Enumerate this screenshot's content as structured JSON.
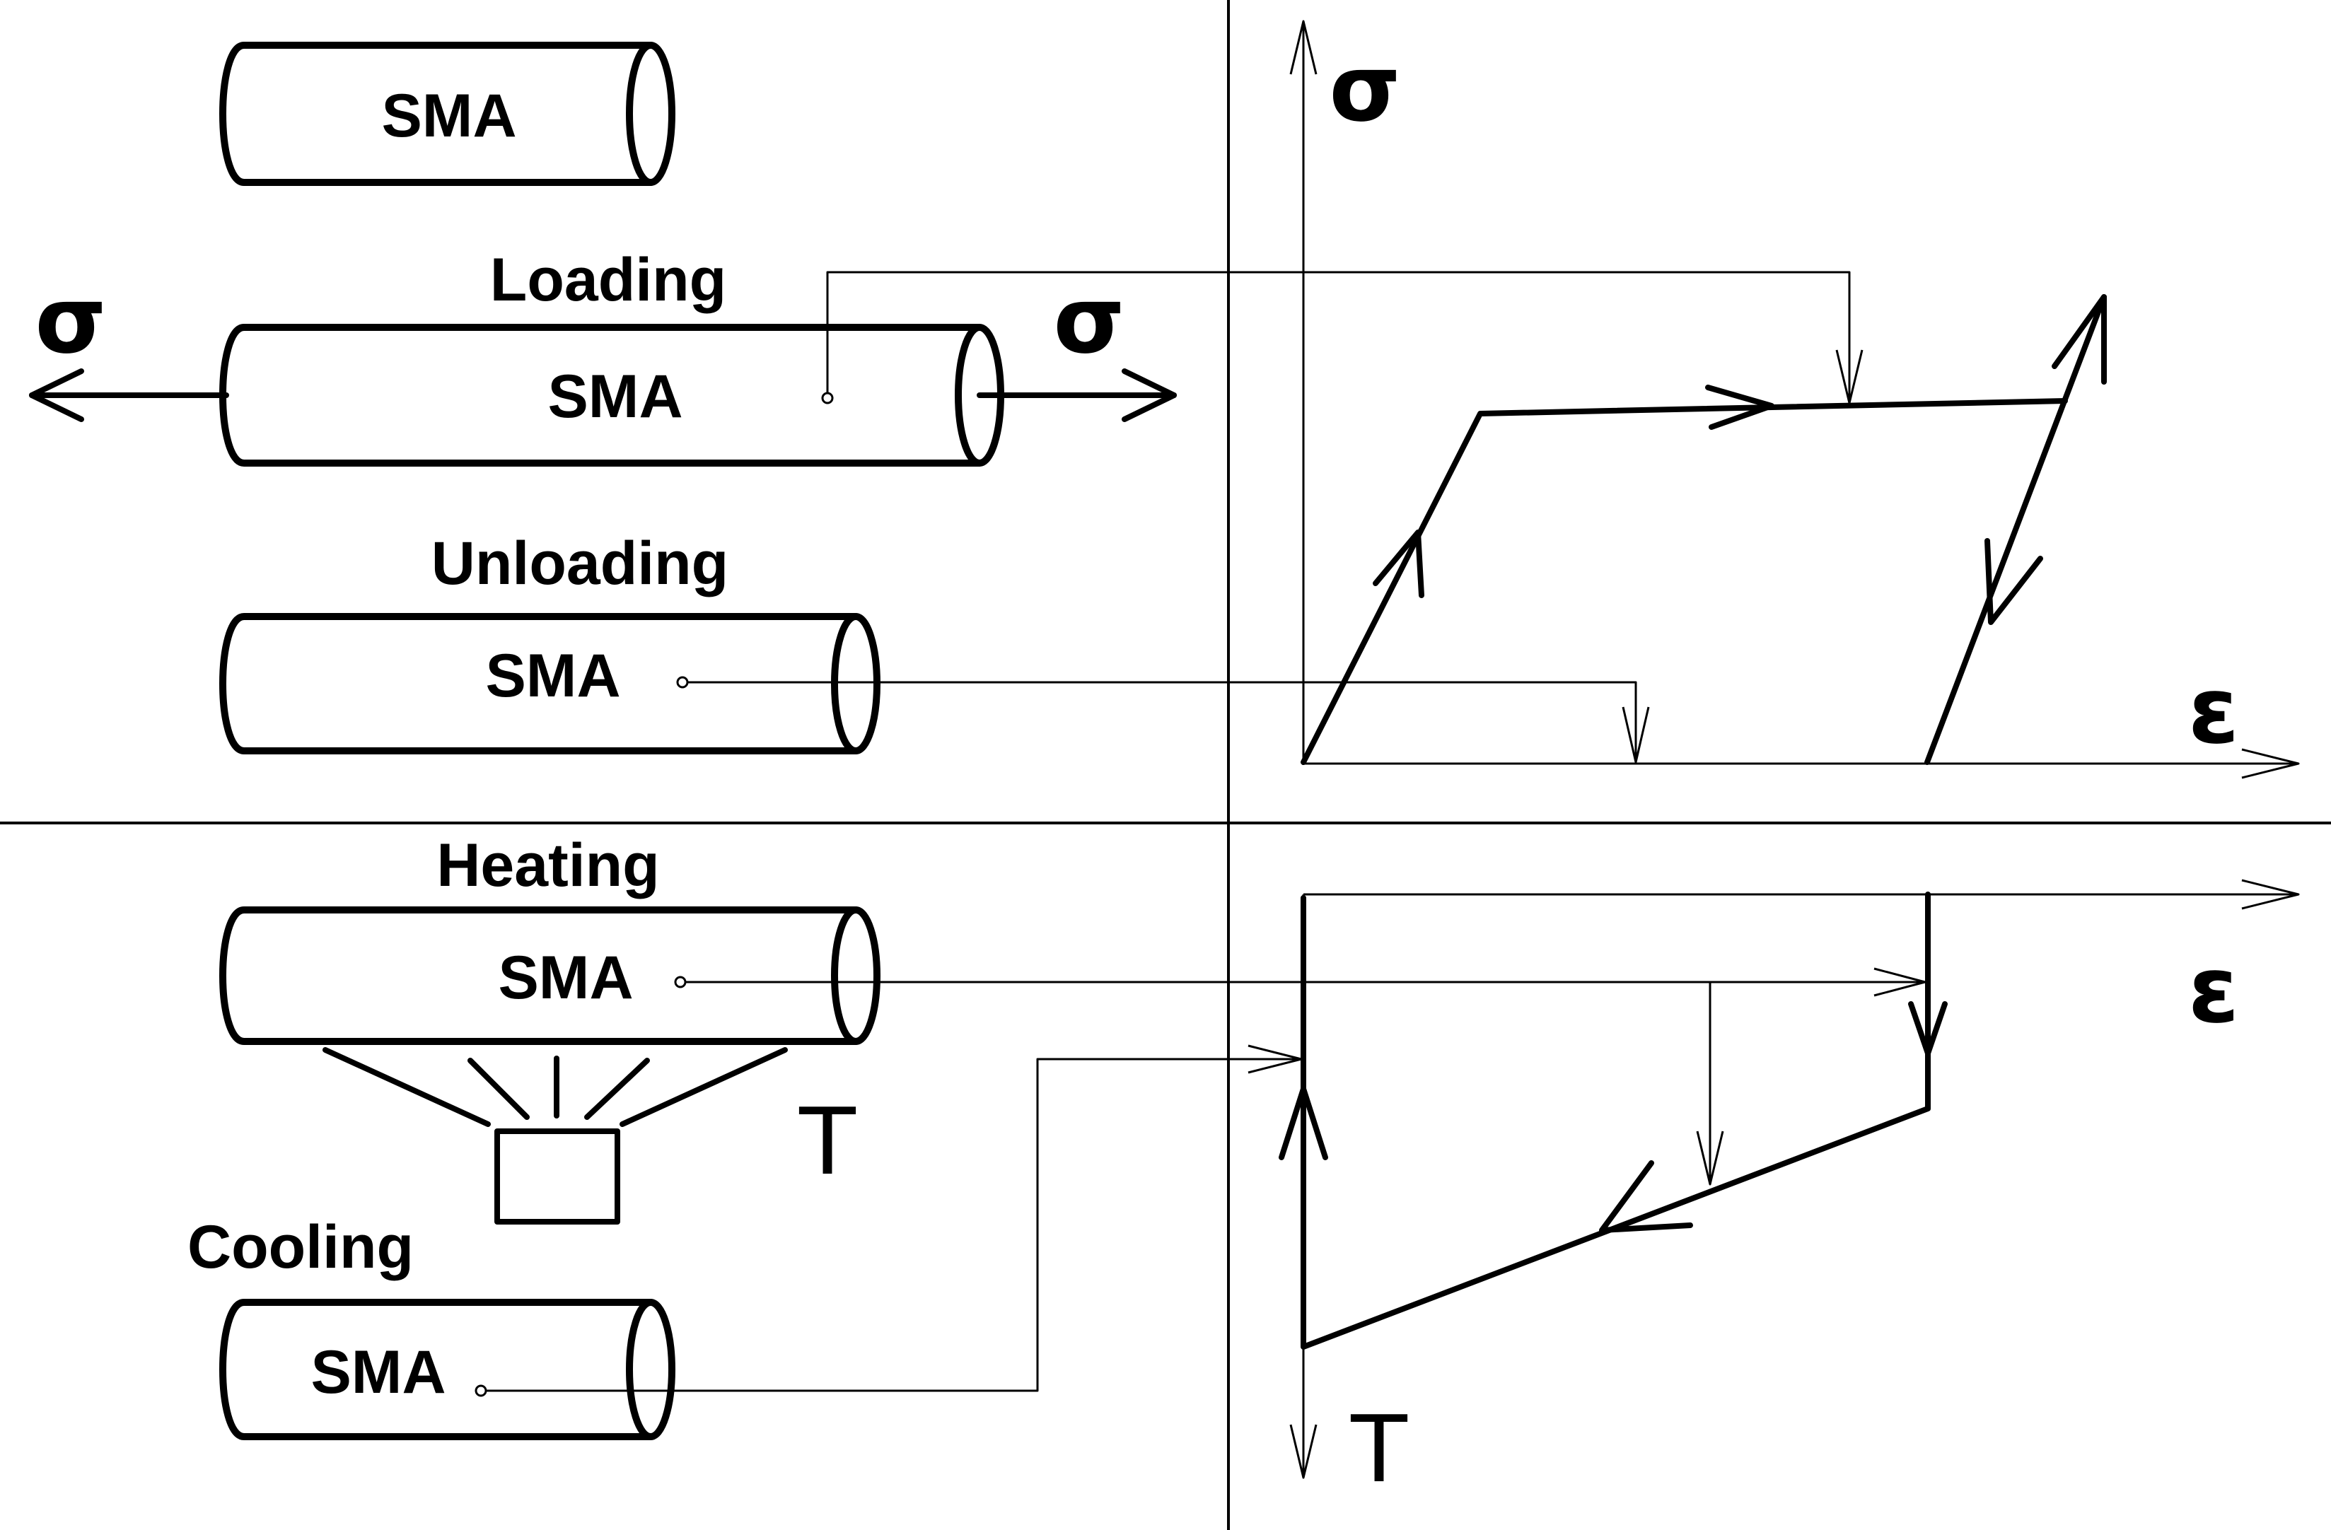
{
  "labels": {
    "sma": "SMA",
    "loading": "Loading",
    "unloading": "Unloading",
    "heating": "Heating",
    "cooling": "Cooling",
    "sigma": "σ",
    "epsilon": "ε",
    "temperature": "T"
  }
}
